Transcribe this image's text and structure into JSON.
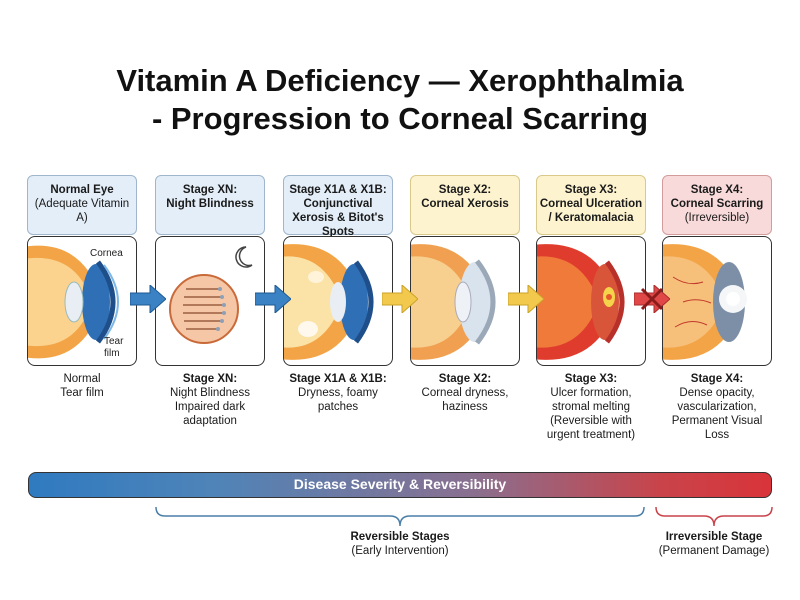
{
  "title": {
    "line1": "Vitamin A Deficiency — Xerophthalmia",
    "line2": "- Progression to Corneal Scarring"
  },
  "stages": [
    {
      "header_title": "Normal Eye",
      "header_sub": "(Adequate Vitamin A)",
      "caption_title": "",
      "caption_lines": [
        "Normal",
        "Tear film"
      ],
      "color": "blue"
    },
    {
      "header_title": "Stage XN:",
      "header_sub": "Night Blindness",
      "caption_title": "Stage XN:",
      "caption_lines": [
        "Night Blindness",
        "Impaired dark",
        "adaptation"
      ],
      "color": "blue"
    },
    {
      "header_title": "Stage X1A & X1B:",
      "header_sub": "Conjunctival Xerosis & Bitot's Spots",
      "caption_title": "Stage X1A & X1B:",
      "caption_lines": [
        "Dryness, foamy",
        "patches"
      ],
      "color": "blue"
    },
    {
      "header_title": "Stage X2:",
      "header_sub": "Corneal Xerosis",
      "caption_title": "Stage X2:",
      "caption_lines": [
        "Corneal dryness,",
        "haziness"
      ],
      "color": "yellow"
    },
    {
      "header_title": "Stage X3:",
      "header_sub": "Corneal Ulceration / Keratomalacia",
      "caption_title": "Stage X3:",
      "caption_lines": [
        "Ulcer formation,",
        "stromal melting",
        "(Reversible with",
        "urgent treatment)"
      ],
      "color": "yellow"
    },
    {
      "header_title": "Stage X4:",
      "header_sub": "Corneal Scarring",
      "header_sub2": "(Irreversible)",
      "caption_title": "Stage X4:",
      "caption_lines": [
        "Dense opacity,",
        "vascularization,",
        "Permanent Visual",
        "Loss"
      ],
      "color": "red"
    }
  ],
  "eye_labels": {
    "cornea": "Cornea",
    "tear1": "Tear",
    "tear2": "film"
  },
  "severity_bar": {
    "label": "Disease Severity & Reversibility"
  },
  "brackets": {
    "reversible": {
      "title": "Reversible Stages",
      "sub": "(Early Intervention)",
      "color": "#4a7fa8"
    },
    "irreversible": {
      "title": "Irreversible Stage",
      "sub": "(Permanent Damage)",
      "color": "#c8444a"
    }
  },
  "colors": {
    "arrow_blue": "#3b82c4",
    "arrow_yellow": "#f2c94c",
    "arrow_red": "#e04848"
  }
}
